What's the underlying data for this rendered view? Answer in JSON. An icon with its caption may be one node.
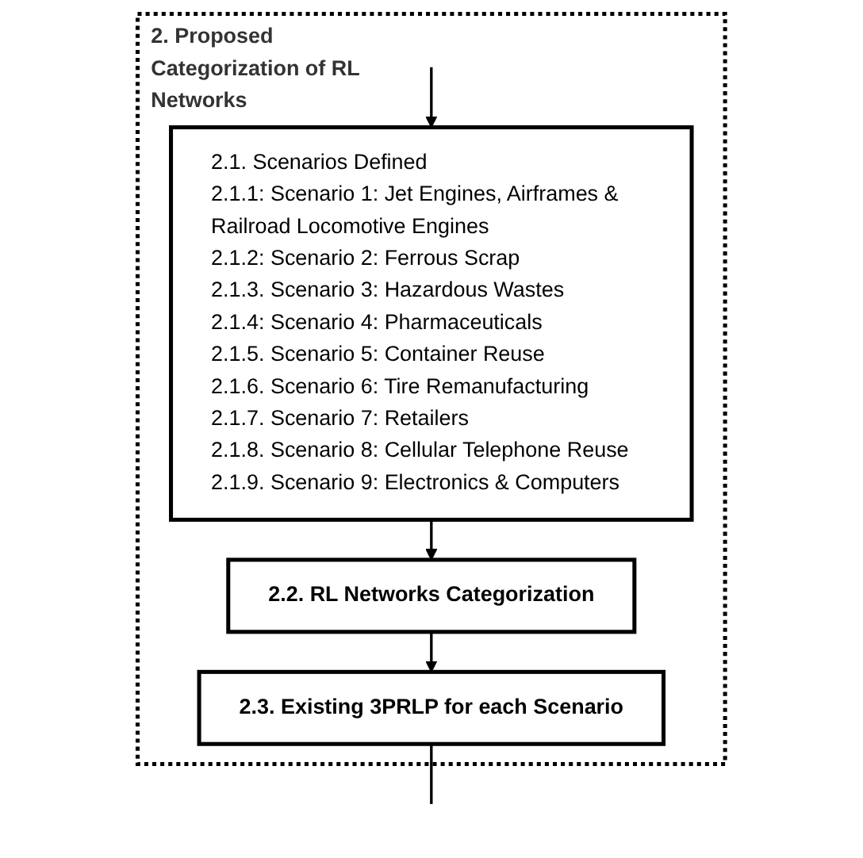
{
  "diagram": {
    "nodes": [
      {
        "text": [
          "2. Proposed Categorization of RL Networks"
        ]
      },
      {
        "text": [
          "2.1. Scenarios Defined",
          "2.1.1: Scenario 1: Jet Engines, Airframes & Railroad Locomotive Engines",
          "2.1.2: Scenario 2: Ferrous Scrap",
          "2.1.3. Scenario 3: Hazardous Wastes",
          "2.1.4: Scenario 4: Pharmaceuticals",
          "2.1.5. Scenario 5: Container Reuse",
          "2.1.6. Scenario 6: Tire Remanufacturing",
          "2.1.7. Scenario 7: Retailers",
          "2.1.8. Scenario 8: Cellular Telephone Reuse",
          "2.1.9. Scenario 9: Electronics & Computers"
        ],
        "in": 0
      },
      {
        "text": [
          "2.2. RL Networks Categorization"
        ],
        "in": 0
      },
      {
        "text": [
          "2.3. Existing 3PRLP for each Scenario"
        ],
        "in": 0
      }
    ],
    "edges": [
      {
        "from": null,
        "to": 1,
        "arrow": "to"
      },
      {
        "from": 1,
        "to": 2,
        "arrow": "to"
      },
      {
        "from": 2,
        "to": 3,
        "arrow": "to"
      },
      {
        "from": 3,
        "to": null,
        "arrow": "none"
      }
    ]
  }
}
